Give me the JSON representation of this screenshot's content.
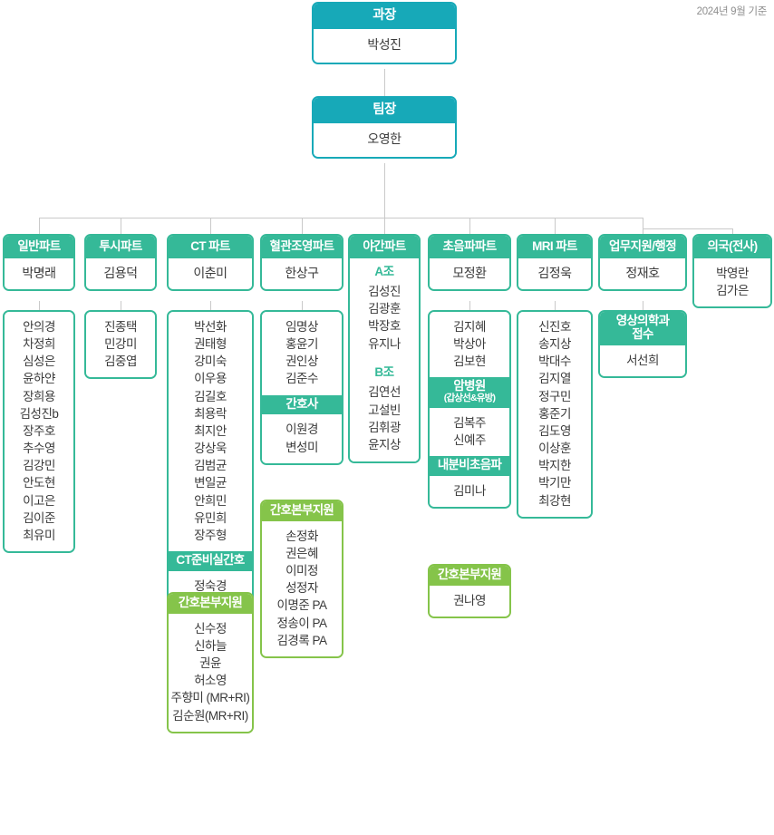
{
  "meta": {
    "date_note": "2024년 9월 기준"
  },
  "top": [
    {
      "title": "과장",
      "name": "박성진"
    },
    {
      "title": "팀장",
      "name": "오영한"
    }
  ],
  "parts": [
    {
      "title": "일반파트",
      "leader": "박명래",
      "members": [
        "안의경",
        "차정희",
        "심성은",
        "윤하얀",
        "장희용",
        "김성진b",
        "장주호",
        "추수영",
        "김강민",
        "안도현",
        "이고은",
        "김이준",
        "최유미"
      ]
    },
    {
      "title": "투시파트",
      "leader": "김용덕",
      "members": [
        "진종택",
        "민강미",
        "김중엽"
      ]
    },
    {
      "title": "CT 파트",
      "leader": "이춘미",
      "members": [
        "박선화",
        "권태형",
        "강미숙",
        "이우용",
        "김길호",
        "최용락",
        "최지안",
        "강상욱",
        "김범균",
        "변일균",
        "안희민",
        "유민희",
        "장주형"
      ],
      "sections": [
        {
          "label": "CT준비실간호",
          "style": "teal",
          "members": [
            "정숙경"
          ]
        },
        {
          "label": "간호본부지원",
          "style": "green",
          "members": [
            "신수정",
            "신하늘",
            "권윤",
            "허소영",
            "주향미 (MR+RI)",
            "김순원(MR+RI)"
          ]
        }
      ]
    },
    {
      "title": "혈관조영파트",
      "leader": "한상구",
      "members": [
        "임명상",
        "홍윤기",
        "권인상",
        "김준수"
      ],
      "sections": [
        {
          "label": "간호사",
          "style": "teal",
          "members": [
            "이원경",
            "변성미"
          ]
        },
        {
          "label": "간호본부지원",
          "style": "green",
          "members": [
            "손정화",
            "권은혜",
            "이미정",
            "성정자",
            "이명준 PA",
            "정송이 PA",
            "김경록 PA"
          ]
        }
      ]
    },
    {
      "title": "야간파트",
      "groups": [
        {
          "label": "A조",
          "members": [
            "김성진",
            "김광훈",
            "박장호",
            "유지나"
          ]
        },
        {
          "label": "B조",
          "members": [
            "김연선",
            "고설빈",
            "김휘광",
            "윤지상"
          ]
        }
      ]
    },
    {
      "title": "초음파파트",
      "leader": "모정환",
      "members": [
        "김지혜",
        "박상아",
        "김보현"
      ],
      "sections": [
        {
          "label": "암병원",
          "sublabel": "(갑상선&유방)",
          "style": "teal",
          "members": [
            "김복주",
            "신예주"
          ]
        },
        {
          "label": "내분비초음파",
          "style": "teal",
          "members": [
            "김미나"
          ]
        },
        {
          "label": "간호본부지원",
          "style": "green",
          "members": [
            "권나영"
          ]
        }
      ]
    },
    {
      "title": "MRI 파트",
      "leader": "김정욱",
      "members": [
        "신진호",
        "송지상",
        "박대수",
        "김지열",
        "정구민",
        "홍준기",
        "김도영",
        "이상훈",
        "박지한",
        "박기만",
        "최강현"
      ]
    },
    {
      "title": "업무지원/행정",
      "leader": "정재호",
      "sections": [
        {
          "label": "영상의학과",
          "sublabel": "접수",
          "style": "teal",
          "members": [
            "서선희"
          ]
        }
      ]
    },
    {
      "title": "의국(전사)",
      "members": [
        "박영란",
        "김가은"
      ]
    }
  ],
  "colors": {
    "top_accent": "#17a9b8",
    "part_accent": "#35b998",
    "support_accent": "#85c44a",
    "line": "#c9c9c9"
  }
}
